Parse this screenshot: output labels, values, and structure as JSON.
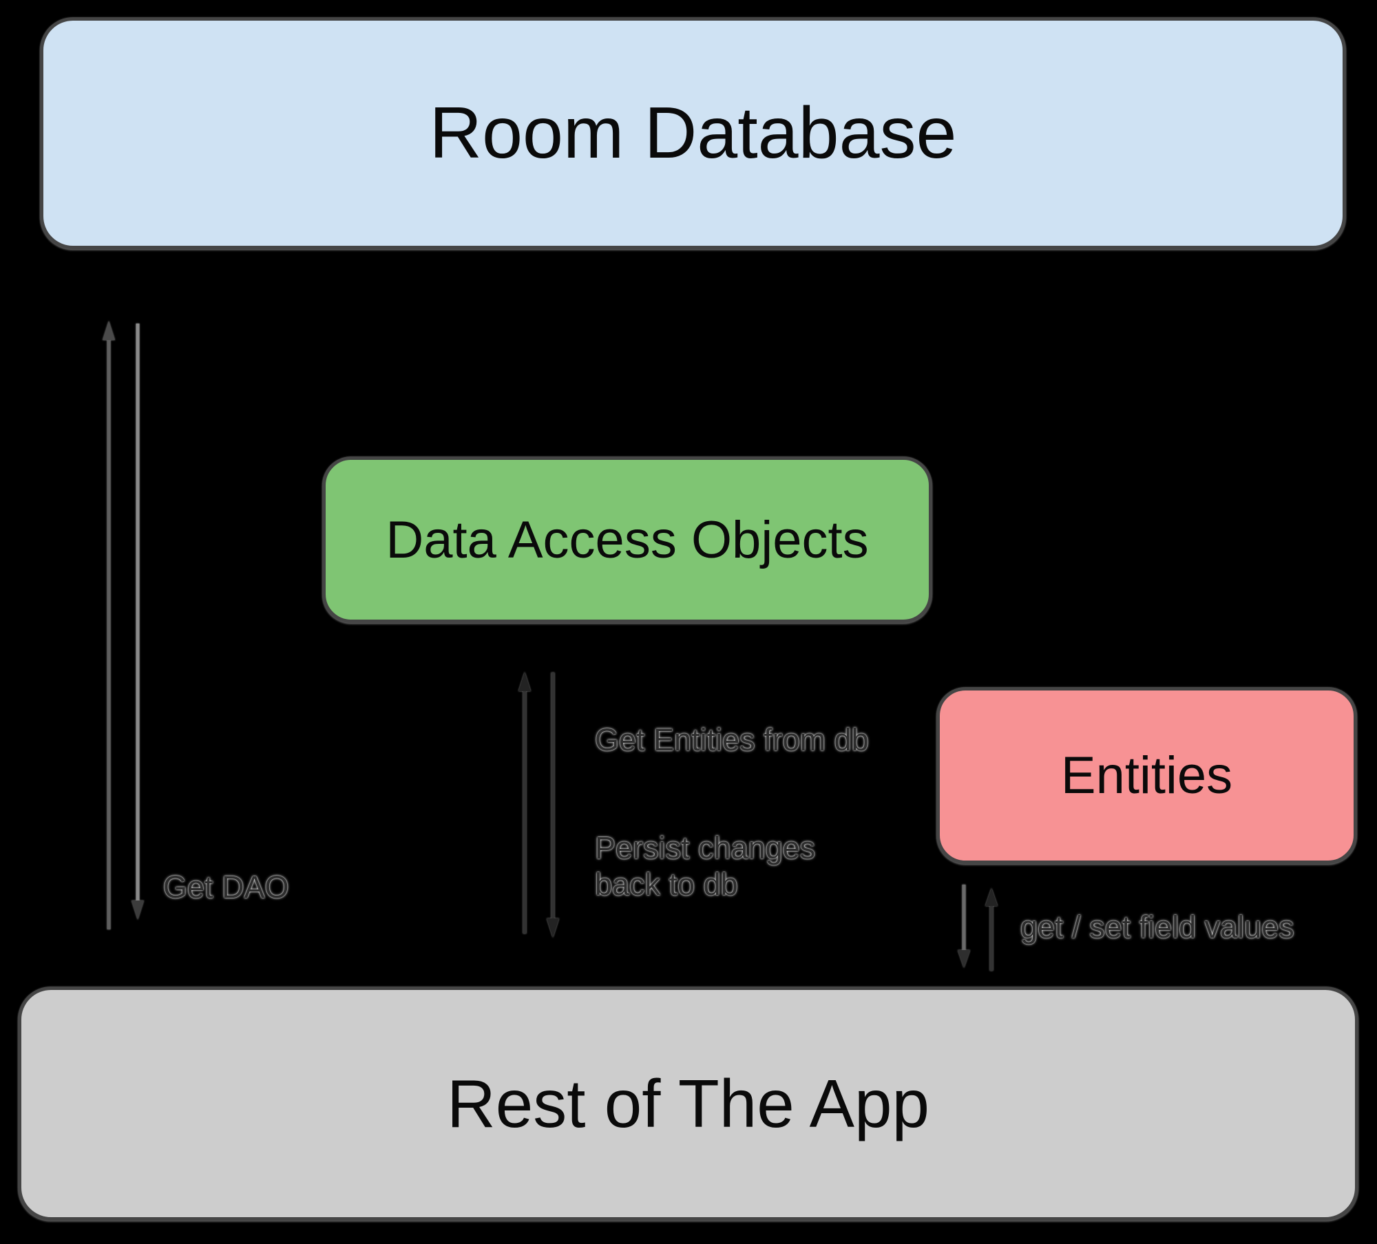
{
  "canvas": {
    "background": "#000000"
  },
  "nodes": {
    "room_database": {
      "label": "Room Database",
      "fill": "#cfe2f3"
    },
    "dao": {
      "label": "Data Access Objects",
      "fill": "#7fc573"
    },
    "entities": {
      "label": "Entities",
      "fill": "#f79294"
    },
    "rest_of_app": {
      "label": "Rest of The App",
      "fill": "#cdcdcd"
    }
  },
  "edges": {
    "get_dao": {
      "label": "Get DAO"
    },
    "get_entities_from_db": {
      "label": "Get Entities from db"
    },
    "persist_changes": {
      "label": "Persist changes back to db"
    },
    "get_set_field_values": {
      "label": "get / set field values"
    }
  }
}
